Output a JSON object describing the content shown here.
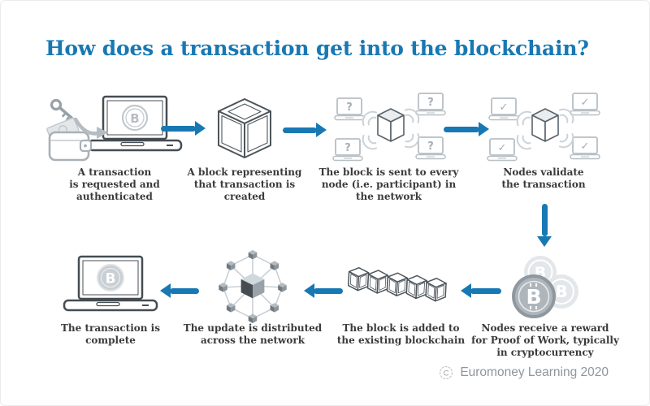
{
  "title": "How does a transaction get into the blockchain?",
  "colors": {
    "accent_blue": "#1878b4",
    "caption_text": "#3a3a3a",
    "footer_gray": "#8f959d",
    "icon_gray_light": "#b7bfc4",
    "icon_gray_dark": "#4c555b"
  },
  "steps": [
    {
      "name": "transaction-requested",
      "icon": "wallet-laptop-icon",
      "coin_letter": "B",
      "lines": [
        "A transaction",
        "is requested and",
        "authenticated"
      ]
    },
    {
      "name": "block-created",
      "icon": "block-cube-icon",
      "lines": [
        "A block representing",
        "that transaction is",
        "created"
      ]
    },
    {
      "name": "block-sent",
      "icon": "broadcast-question-icon",
      "node_glyph": "?",
      "lines": [
        "The block is sent to every",
        "node (i.e. participant) in",
        "the network"
      ]
    },
    {
      "name": "nodes-validate",
      "icon": "broadcast-check-icon",
      "node_glyph": "✓",
      "lines": [
        "Nodes validate",
        "the transaction"
      ]
    },
    {
      "name": "nodes-reward",
      "icon": "bitcoin-coins-icon",
      "coin_letter": "B",
      "lines": [
        "Nodes receive a reward",
        "for Proof of Work, typically",
        "in cryptocurrency"
      ]
    },
    {
      "name": "block-added",
      "icon": "blockchain-row-icon",
      "lines": [
        "The block is added to",
        "the existing blockchain"
      ]
    },
    {
      "name": "update-distributed",
      "icon": "network-lattice-icon",
      "lines": [
        "The update is distributed",
        "across the network"
      ]
    },
    {
      "name": "transaction-complete",
      "icon": "laptop-bitcoin-icon",
      "coin_letter": "B",
      "lines": [
        "The transaction is",
        "complete"
      ]
    }
  ],
  "footer": {
    "symbol": "C",
    "text": "Euromoney Learning 2020"
  }
}
